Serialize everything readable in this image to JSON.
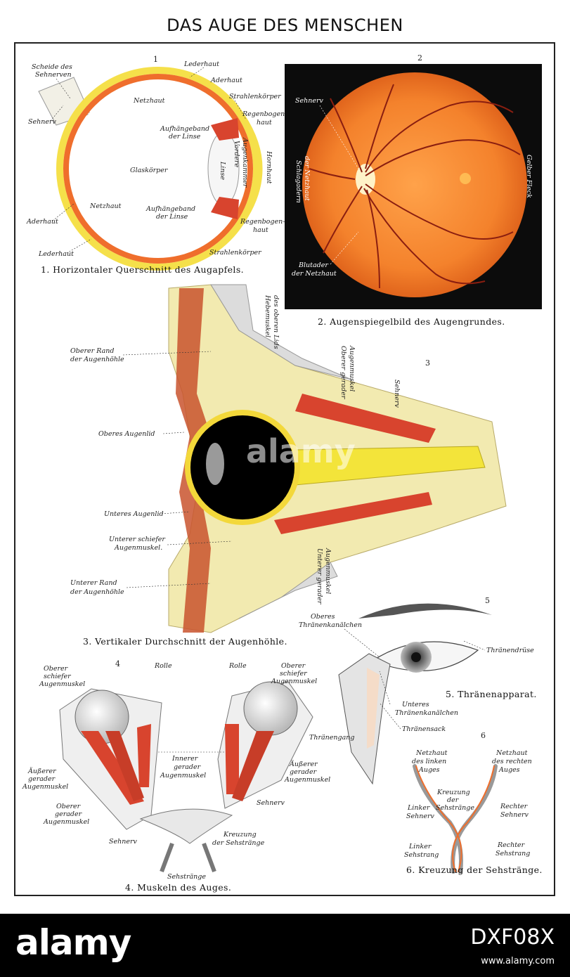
{
  "title": "DAS AUGE DES MENSCHEN",
  "figures": {
    "fig1": {
      "number": "1",
      "caption": "1. Horizontaler Querschnitt des Augapfels.",
      "labels": {
        "scheide1": "Scheide des",
        "scheide2": "Sehnerven",
        "lederhaut_top": "Lederhaut",
        "aderhaut_top": "Aderhaut",
        "netzhaut_top": "Netzhaut",
        "strahlen_top": "Strahlenkörper",
        "regen_top1": "Regenbogen-",
        "regen_top2": "haut",
        "sehnerv": "Sehnerv",
        "aufh_top1": "Aufhängeband",
        "aufh_top2": "der Linse",
        "vordere1": "Vordere",
        "vordere2": "Augenkammer",
        "hornhaut": "Hornhaut",
        "linse": "Linse",
        "glaskoerper": "Glaskörper",
        "netzhaut_bot": "Netzhaut",
        "aderhaut_bot": "Aderhaut",
        "aufh_bot1": "Aufhängeband",
        "aufh_bot2": "der Linse",
        "regen_bot1": "Regenbogen-",
        "regen_bot2": "haut",
        "lederhaut_bot": "Lederhaut",
        "strahlen_bot": "Strahlenkörper"
      }
    },
    "fig2": {
      "number": "2",
      "caption": "2. Augenspiegelbild des Augengrundes.",
      "labels": {
        "sehnerv": "Sehnerv",
        "schlag1": "Schlagadern",
        "schlag2": "der Netzhaut",
        "gelber": "Gelber Fleck",
        "blut1": "Blutader",
        "blut2": "der Netzhaut"
      }
    },
    "fig3": {
      "number": "3",
      "caption": "3. Vertikaler Durchschnitt der Augenhöhle.",
      "labels": {
        "oberer_rand1": "Oberer Rand",
        "oberer_rand2": "der Augenhöhle",
        "heber1": "Hebemuskel",
        "heber2": "des oberen Lids",
        "oberer_ger1": "Oberer gerader",
        "oberer_ger2": "Augenmuskel",
        "sehnerv": "Sehnerv",
        "oberes_lid": "Oberes Augenlid",
        "unteres_lid": "Unteres Augenlid",
        "unt_schief1": "Unterer schiefer",
        "unt_schief2": "Augenmuskel.",
        "unt_rand1": "Unterer Rand",
        "unt_rand2": "der Augenhöhle",
        "unt_ger1": "Unterer gerader",
        "unt_ger2": "Augenmuskel"
      }
    },
    "fig4": {
      "number": "4",
      "caption": "4. Muskeln des Auges.",
      "labels": {
        "ob_schief_l1": "Oberer",
        "ob_schief_l2": "schiefer",
        "ob_schief_l3": "Augenmuskel",
        "rolle_l": "Rolle",
        "rolle_r": "Rolle",
        "ob_schief_r1": "Oberer",
        "ob_schief_r2": "schiefer",
        "ob_schief_r3": "Augenmuskel",
        "innerer1": "Innerer",
        "innerer2": "gerader",
        "innerer3": "Augenmuskel",
        "aeus_l1": "Äußerer",
        "aeus_l2": "gerader",
        "aeus_l3": "Augenmuskel",
        "aeus_r1": "Äußerer",
        "aeus_r2": "gerader",
        "aeus_r3": "Augenmuskel",
        "ob_ger1": "Oberer",
        "ob_ger2": "gerader",
        "ob_ger3": "Augenmuskel",
        "sehnerv_r": "Sehnerv",
        "sehnerv_l": "Sehnerv",
        "kreuz1": "Kreuzung",
        "kreuz2": "der Sehstränge",
        "sehstraenge": "Sehstränge"
      }
    },
    "fig5": {
      "number": "5",
      "caption": "5. Thränenapparat.",
      "labels": {
        "oberes1": "Oberes",
        "oberes2": "Thränenkanälchen",
        "druese": "Thränendrüse",
        "unteres1": "Unteres",
        "unteres2": "Thränenkanälchen",
        "sack": "Thränensack",
        "gang": "Thränengang"
      }
    },
    "fig6": {
      "number": "6",
      "caption": "6. Kreuzung der Sehstränge.",
      "labels": {
        "nl1": "Netzhaut",
        "nl2": "des linken",
        "nl3": "Auges",
        "nr1": "Netzhaut",
        "nr2": "des rechten",
        "nr3": "Auges",
        "kr1": "Kreuzung",
        "kr2": "der",
        "kr3": "Sehstränge",
        "ls1": "Linker",
        "ls2": "Sehnerv",
        "rs1": "Rechter",
        "rs2": "Sehnerv",
        "lst1": "Linker",
        "lst2": "Sehstrang",
        "rst1": "Rechter",
        "rst2": "Sehstrang"
      }
    }
  },
  "watermark": {
    "brand": "alamy",
    "code": "DXF08X",
    "url": "www.alamy.com"
  },
  "colors": {
    "retina_orange": "#f07a2a",
    "sclera_yellow": "#f5e04a",
    "muscle_red": "#d8442e",
    "tissue_cream": "#f2eab0",
    "fundus_bg": "#0c0c0c"
  }
}
